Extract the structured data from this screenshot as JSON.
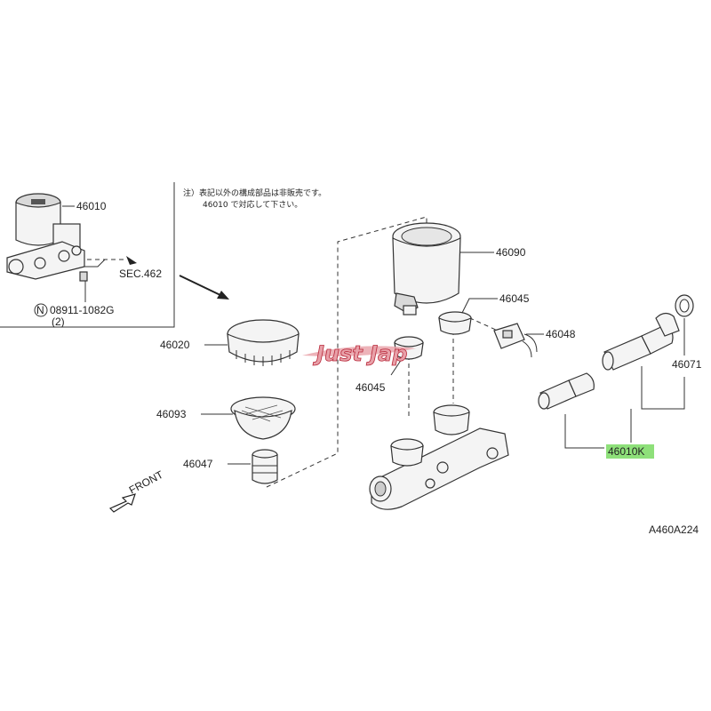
{
  "note": {
    "line1": "注）表記以外の構成部品は非販売です。",
    "line2": "46010 で対応して下さい。"
  },
  "inset": {
    "part_label": "46010",
    "section_ref": "SEC.462",
    "bolt_prefix": "N",
    "bolt_number": "08911-1082G",
    "bolt_qty": "(2)"
  },
  "parts": {
    "p46020": "46020",
    "p46093": "46093",
    "p46047": "46047",
    "p46090": "46090",
    "p46045_a": "46045",
    "p46045_b": "46045",
    "p46048": "46048",
    "p46071": "46071",
    "p46010k": "46010K"
  },
  "front_label": "FRONT",
  "diagram_code": "A460A224",
  "watermark": "Just Jap",
  "colors": {
    "highlight": "#8ee07a",
    "watermark_fill": "#e8a0a8",
    "watermark_stroke": "#b8283a"
  }
}
